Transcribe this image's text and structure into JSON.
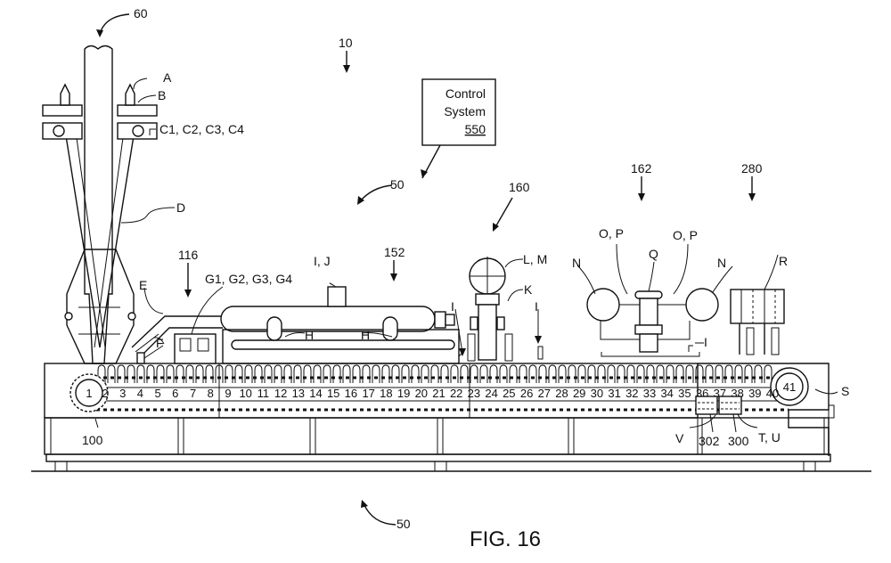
{
  "figure": {
    "caption": "FIG. 16",
    "system_ref": "10",
    "control_box": {
      "line1": "Control",
      "line2": "System",
      "ref": "550"
    },
    "refs": {
      "r60": "60",
      "r50_top": "50",
      "r50_bottom": "50",
      "r116": "116",
      "r152": "152",
      "r160": "160",
      "r162": "162",
      "r280": "280",
      "r100": "100",
      "r302": "302",
      "r300": "300"
    },
    "component_labels": {
      "A": "A",
      "B": "B",
      "C": "C1, C2, C3, C4",
      "D": "D",
      "E": "E",
      "F": "F",
      "G": "G1, G2, G3, G4",
      "H1": "H",
      "H2": "H",
      "IJ": "I, J",
      "I1": "I",
      "I2": "I",
      "I3": "I",
      "K": "K",
      "LM": "L, M",
      "N1": "N",
      "N2": "N",
      "OP1": "O, P",
      "OP2": "O, P",
      "Q": "Q",
      "R": "R",
      "S": "S",
      "TU": "T, U",
      "V": "V"
    },
    "stations": [
      "1",
      "2",
      "3",
      "4",
      "5",
      "6",
      "7",
      "8",
      "9",
      "10",
      "11",
      "12",
      "13",
      "14",
      "15",
      "16",
      "17",
      "18",
      "19",
      "20",
      "21",
      "22",
      "23",
      "24",
      "25",
      "26",
      "27",
      "28",
      "29",
      "30",
      "31",
      "32",
      "33",
      "34",
      "35",
      "36",
      "37",
      "38",
      "39",
      "40",
      "41"
    ]
  }
}
